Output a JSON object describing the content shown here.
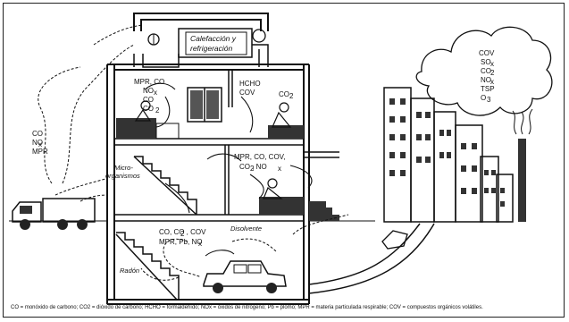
{
  "labels": {
    "hvac": [
      "Calefacción y",
      "refrigeración"
    ],
    "outdoor_left": [
      "CO",
      "NO",
      "MPR"
    ],
    "upper_left": [
      "MPR, CO",
      "NO",
      "CO",
      "CO"
    ],
    "upper_right": [
      "HCHO",
      "COV"
    ],
    "upper_right2": "CO",
    "mid_right": [
      "MPR, CO, COV,",
      "CO , NO"
    ],
    "micro": [
      "Micro-",
      "organismos"
    ],
    "basement": [
      "CO, CO , COV",
      "MPR, Pb, NO"
    ],
    "disolvente": "Disolvente",
    "basement_room": "Radón",
    "industry": [
      "COV",
      "SO",
      "CO",
      "NO",
      "TSP",
      "O"
    ]
  },
  "caption": "CO = monóxido de carbono; CO2 = dióxido de carbono; HCHO = formaldehído; NOx = óxidos de nitrógeno; Pb = plomo; MPR = materia particulada respirable; COV = compuestos orgánicos volátiles."
}
